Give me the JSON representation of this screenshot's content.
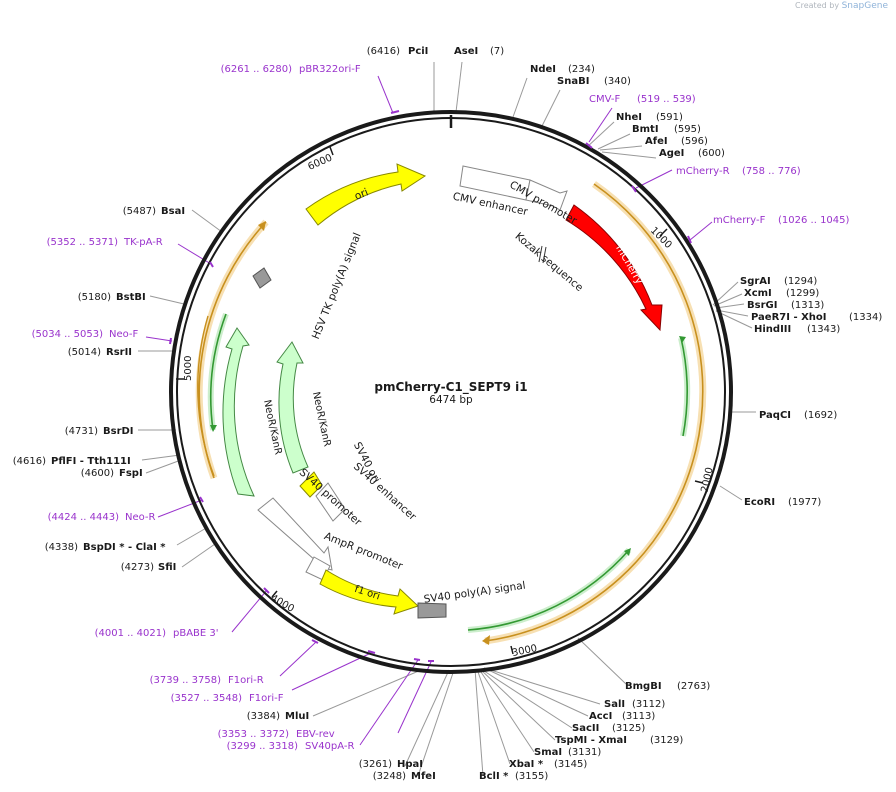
{
  "credit": {
    "prefix": "Created by",
    "brand": "SnapGene"
  },
  "plasmid": {
    "name": "pmCherry-C1_SEPT9 i1",
    "length_label": "6474 bp"
  },
  "ticks": [
    "1000",
    "2000",
    "3000",
    "4000",
    "5000",
    "6000"
  ],
  "features": {
    "cmv_enhancer": "CMV enhancer",
    "cmv_promoter": "CMV promoter",
    "kozak": "Kozak sequence",
    "mcherry": "mCherry",
    "ori": "ori",
    "hsv_tk": "HSV TK poly(A) signal",
    "neokanr_outer": "NeoR/KanR",
    "neokanr_inner": "NeoR/KanR",
    "sv40_ori": "SV40 ori",
    "sv40_enhancer": "SV40 enhancer",
    "sv40_promoter": "SV40 promoter",
    "ampr_promoter": "AmpR promoter",
    "f1_ori": "f1 ori",
    "sv40_polya": "SV40 poly(A) signal"
  },
  "enzymes": [
    {
      "name": "PciI",
      "pos": "(6416)"
    },
    {
      "name": "AseI",
      "pos": "(7)"
    },
    {
      "name": "NdeI",
      "pos": "(234)"
    },
    {
      "name": "SnaBI",
      "pos": "(340)"
    },
    {
      "name": "NheI",
      "pos": "(591)"
    },
    {
      "name": "BmtI",
      "pos": "(595)"
    },
    {
      "name": "AfeI",
      "pos": "(596)"
    },
    {
      "name": "AgeI",
      "pos": "(600)"
    },
    {
      "name": "SgrAI",
      "pos": "(1294)"
    },
    {
      "name": "XcmI",
      "pos": "(1299)"
    },
    {
      "name": "BsrGI",
      "pos": "(1313)"
    },
    {
      "name": "PaeR7I - XhoI",
      "pos": "(1334)"
    },
    {
      "name": "HindIII",
      "pos": "(1343)"
    },
    {
      "name": "PaqCI",
      "pos": "(1692)"
    },
    {
      "name": "EcoRI",
      "pos": "(1977)"
    },
    {
      "name": "BmgBI",
      "pos": "(2763)"
    },
    {
      "name": "SalI",
      "pos": "(3112)"
    },
    {
      "name": "AccI",
      "pos": "(3113)"
    },
    {
      "name": "SacII",
      "pos": "(3125)"
    },
    {
      "name": "TspMI - XmaI",
      "pos": "(3129)"
    },
    {
      "name": "SmaI",
      "pos": "(3131)"
    },
    {
      "name": "XbaI *",
      "pos": "(3145)"
    },
    {
      "name": "BclI *",
      "pos": "(3155)"
    },
    {
      "name": "MfeI",
      "pos": "(3248)"
    },
    {
      "name": "HpaI",
      "pos": "(3261)"
    },
    {
      "name": "MluI",
      "pos": "(3384)"
    },
    {
      "name": "SfiI",
      "pos": "(4273)"
    },
    {
      "name": "BspDI * - ClaI *",
      "pos": "(4338)"
    },
    {
      "name": "FspI",
      "pos": "(4600)"
    },
    {
      "name": "PflFI - Tth111I",
      "pos": "(4616)"
    },
    {
      "name": "BsrDI",
      "pos": "(4731)"
    },
    {
      "name": "RsrII",
      "pos": "(5014)"
    },
    {
      "name": "BstBI",
      "pos": "(5180)"
    },
    {
      "name": "BsaI",
      "pos": "(5487)"
    }
  ],
  "primers": [
    {
      "name": "pBR322ori-F",
      "range": "(6261 .. 6280)"
    },
    {
      "name": "CMV-F",
      "range": "(519 .. 539)"
    },
    {
      "name": "mCherry-R",
      "range": "(758 .. 776)"
    },
    {
      "name": "mCherry-F",
      "range": "(1026 .. 1045)"
    },
    {
      "name": "TK-pA-R",
      "range": "(5352 .. 5371)"
    },
    {
      "name": "Neo-F",
      "range": "(5034 .. 5053)"
    },
    {
      "name": "Neo-R",
      "range": "(4424 .. 4443)"
    },
    {
      "name": "pBABE 3'",
      "range": "(4001 .. 4021)"
    },
    {
      "name": "F1ori-R",
      "range": "(3739 .. 3758)"
    },
    {
      "name": "F1ori-F",
      "range": "(3527 .. 3548)"
    },
    {
      "name": "EBV-rev",
      "range": "(3353 .. 3372)"
    },
    {
      "name": "SV40pA-R",
      "range": "(3299 .. 3318)"
    }
  ],
  "colors": {
    "backbone": "#1a1a1a",
    "mcherry": "#ff0000",
    "ori": "#ffff00",
    "neokanr": "#ccffcc",
    "promoter": "#ffffff",
    "terminator": "#999999",
    "orf_outline": "#d6a23a",
    "primer": "#9933cc",
    "enzyme_line": "#999999"
  }
}
